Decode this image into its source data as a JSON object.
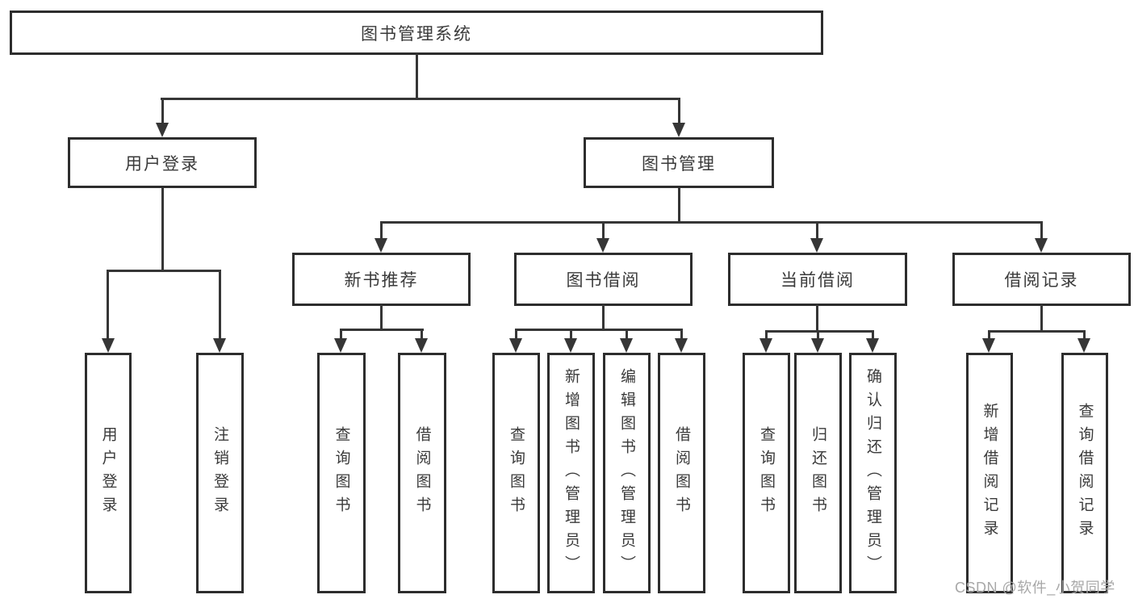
{
  "root": {
    "label": "图书管理系统"
  },
  "branches": {
    "login": {
      "label": "用户登录",
      "children": [
        {
          "label": "用户登录"
        },
        {
          "label": "注销登录"
        }
      ]
    },
    "management": {
      "label": "图书管理",
      "sections": [
        {
          "label": "新书推荐",
          "children": [
            {
              "label": "查询图书"
            },
            {
              "label": "借阅图书"
            }
          ]
        },
        {
          "label": "图书借阅",
          "children": [
            {
              "label": "查询图书"
            },
            {
              "label": "新增图书（管理员）"
            },
            {
              "label": "编辑图书（管理员）"
            },
            {
              "label": "借阅图书"
            }
          ]
        },
        {
          "label": "当前借阅",
          "children": [
            {
              "label": "查询图书"
            },
            {
              "label": "归还图书"
            },
            {
              "label": "确认归还（管理员）"
            }
          ]
        },
        {
          "label": "借阅记录",
          "children": [
            {
              "label": "新增借阅记录"
            },
            {
              "label": "查询借阅记录"
            }
          ]
        }
      ]
    }
  },
  "watermark": {
    "text": "CSDN @软件_小贺同学"
  },
  "colors": {
    "background": "#ffffff",
    "box_border": "#2d2d2d",
    "connector": "#363636",
    "text": "#3a3a3a",
    "watermark_text": "#a8a8a8"
  }
}
